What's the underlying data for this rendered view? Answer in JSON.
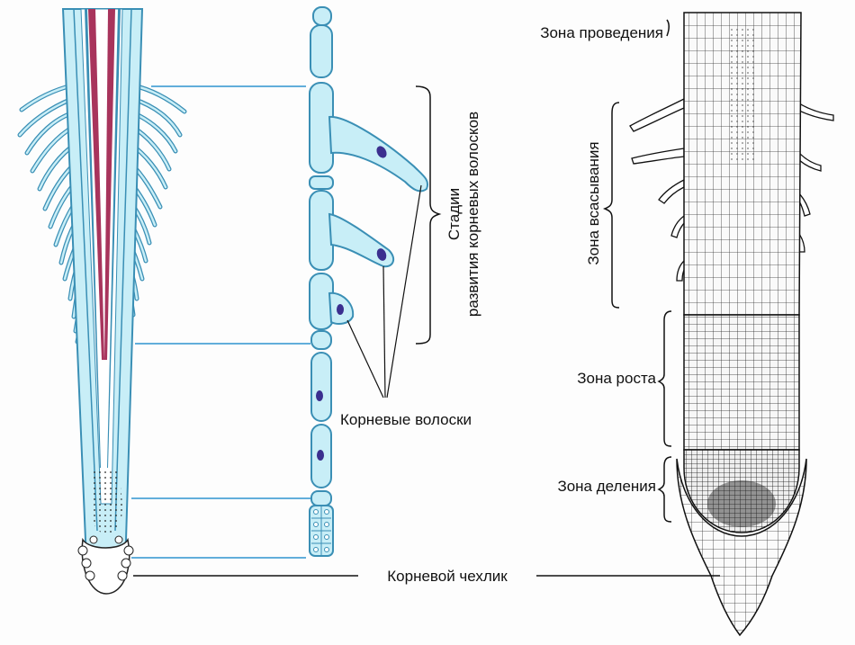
{
  "labels": {
    "conduction_zone": "Зона проведения",
    "absorption_zone": "Зона всасывания",
    "growth_zone": "Зона роста",
    "division_zone": "Зона деления",
    "root_hairs": "Корневые волоски",
    "root_cap": "Корневой чехлик",
    "stages_line1": "Стадии",
    "stages_line2": "развития корневых волосков"
  },
  "colors": {
    "root_fill": "#c8eef7",
    "root_outline": "#3a8fb5",
    "xylem": "#a8345c",
    "nucleus": "#3b2f8f",
    "guide_line": "#4ca3d6",
    "ink": "#111111"
  },
  "icons": [
    "root-tip-illustration",
    "root-hair-stage-cells",
    "root-longitudinal-section"
  ]
}
